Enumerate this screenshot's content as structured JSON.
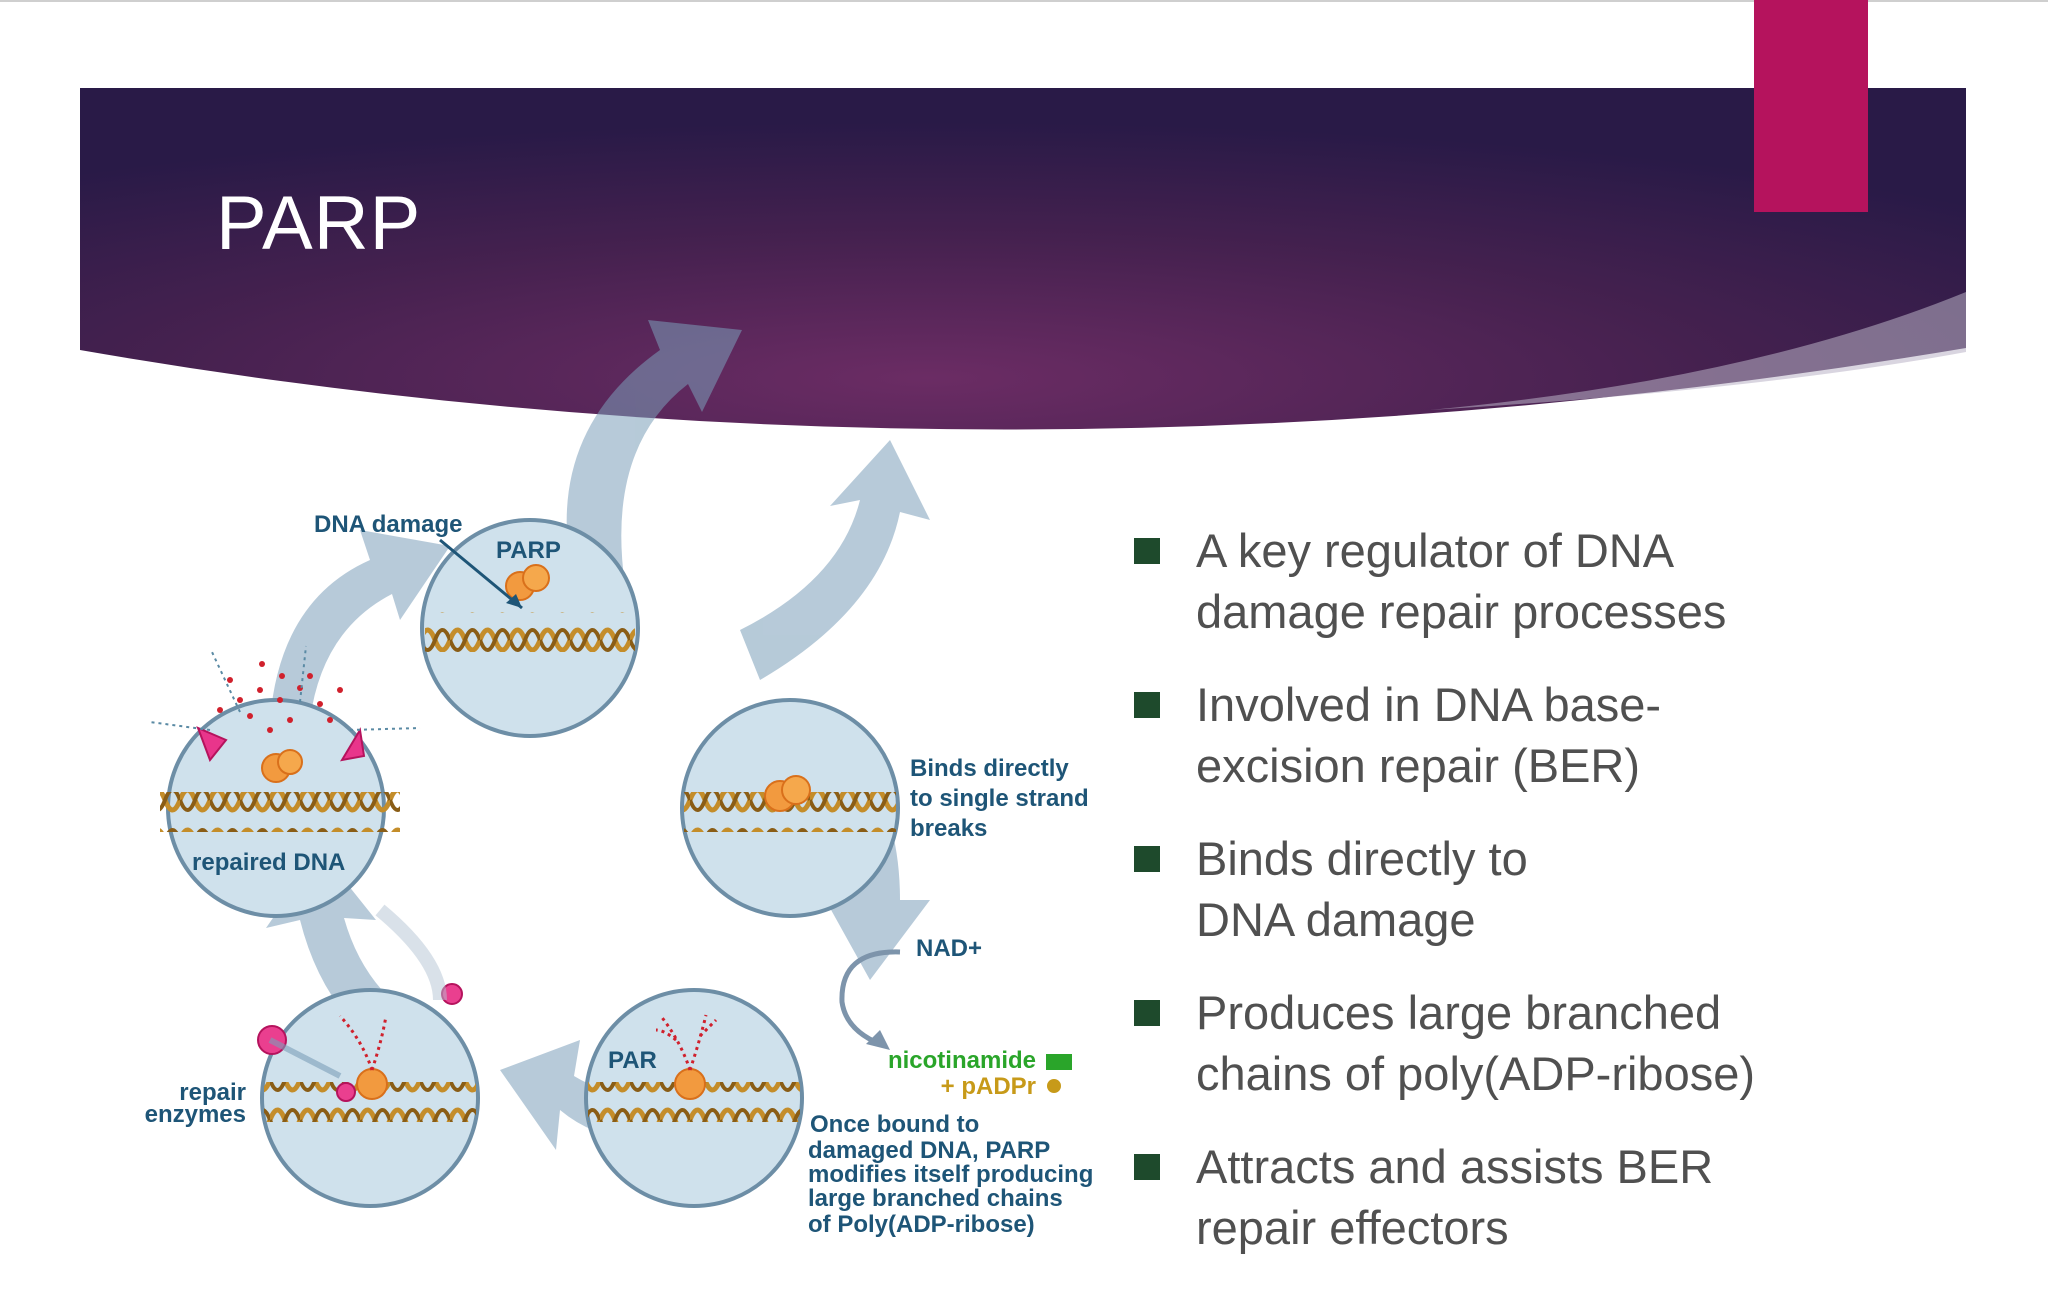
{
  "slide": {
    "title": "PARP"
  },
  "colors": {
    "banner_dark": "#2c1a4c",
    "banner_mid": "#6a2b63",
    "accent": "#b5135d",
    "bullet_marker": "#1e4a2c",
    "bullet_text": "#505050",
    "diagram_label": "#1e5577",
    "nicotinamide": "#2aa52a",
    "padpr": "#c79a19",
    "par_chain": "#d0202c"
  },
  "diagram": {
    "labels": {
      "dna_damage": "DNA damage",
      "parp": "PARP",
      "binds_1": "Binds directly",
      "binds_2": "to single strand",
      "binds_3": "breaks",
      "nad": "NAD+",
      "nicotinamide": "nicotinamide",
      "padpr": "+ pADPr",
      "par": "PAR",
      "once_1": "Once bound to",
      "once_2": "damaged DNA, PARP",
      "once_3": "modifies itself producing",
      "once_4": "large branched chains",
      "once_5": "of Poly(ADP-ribose)",
      "repair_1": "repair",
      "repair_2": "enzymes",
      "repaired_dna": "repaired DNA"
    }
  },
  "bullets": [
    {
      "line1": "A key regulator of DNA",
      "line2": "damage repair processes"
    },
    {
      "line1": "Involved in DNA base-",
      "line2": "excision repair (BER)"
    },
    {
      "line1": "Binds directly to",
      "line2": "DNA damage"
    },
    {
      "line1": "Produces large branched",
      "line2": "chains of poly(ADP-ribose)"
    },
    {
      "line1": "Attracts and assists BER",
      "line2": "repair effectors"
    }
  ]
}
